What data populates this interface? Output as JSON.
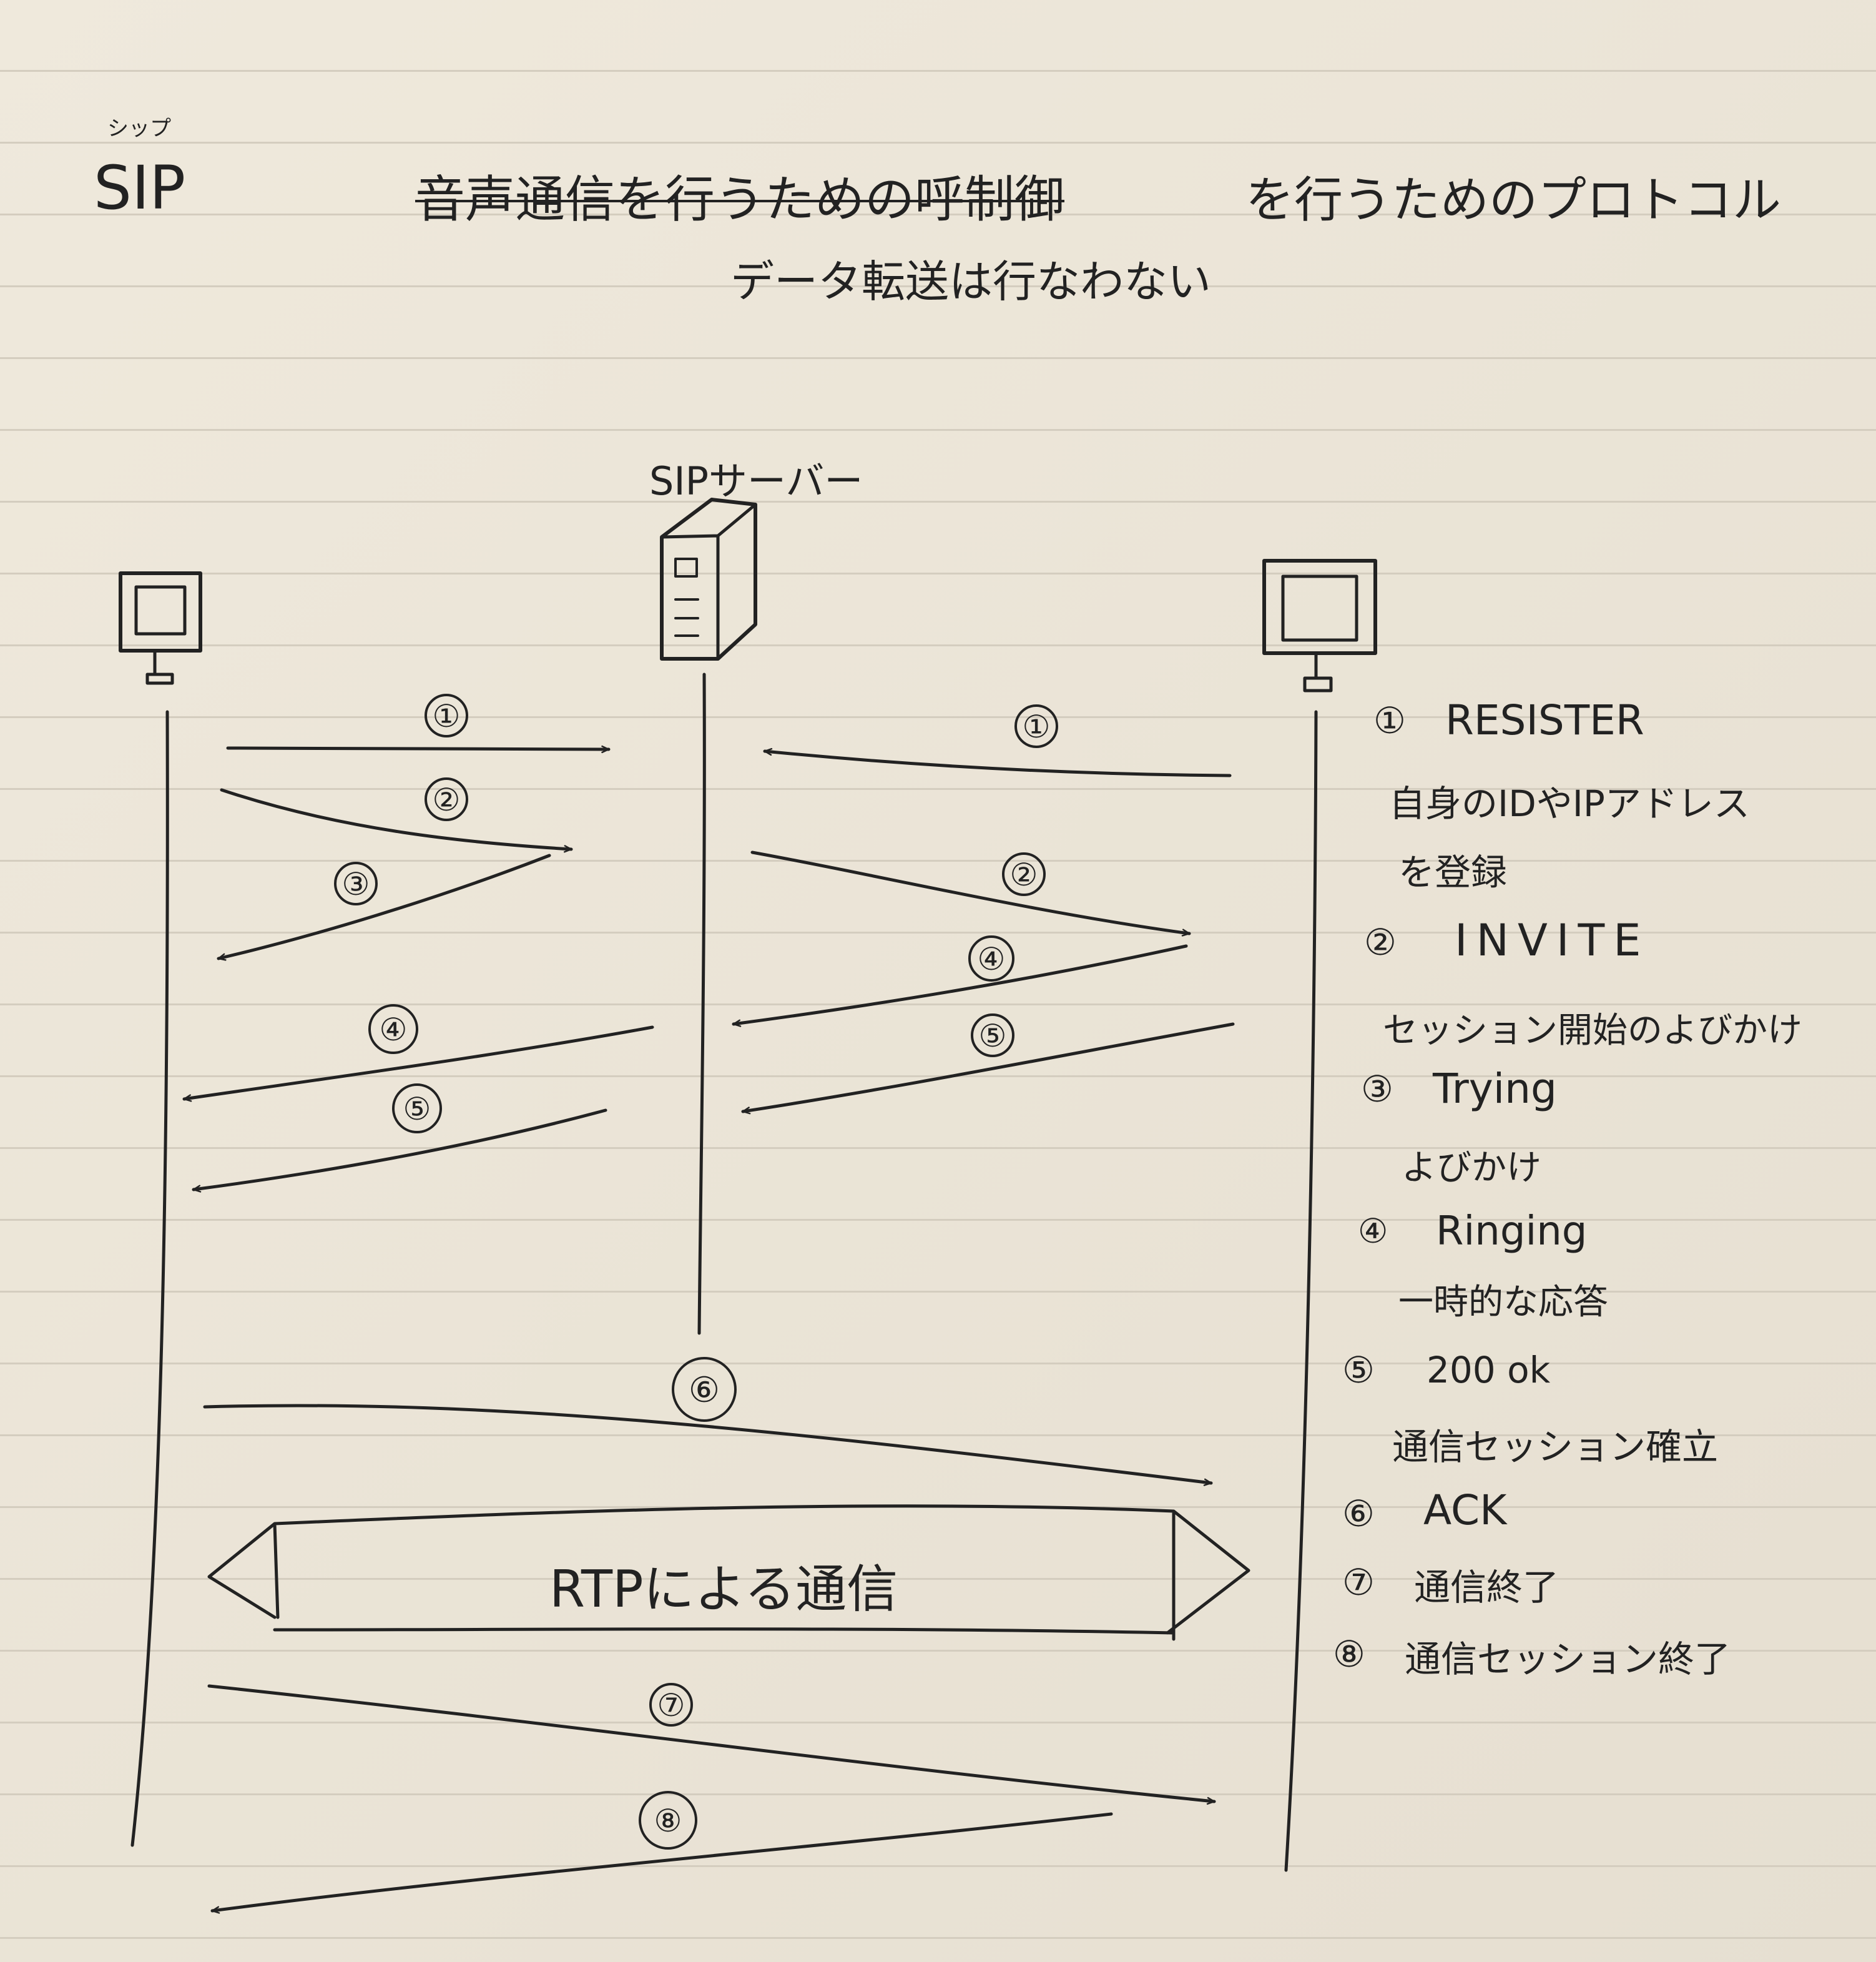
{
  "header": {
    "ruby": "シップ",
    "title_abbr": "SIP",
    "title_struck": "音声通信を行うための呼制御",
    "title_rest": "を行うためのプロトコル",
    "subtitle": "データ転送は行なわない"
  },
  "entities": {
    "server_label": "SIPサーバー"
  },
  "messages": [
    {
      "num": "①"
    },
    {
      "num": "②"
    },
    {
      "num": "③"
    },
    {
      "num": "④"
    },
    {
      "num": "⑤"
    },
    {
      "num": "①"
    },
    {
      "num": "②"
    },
    {
      "num": "④"
    },
    {
      "num": "⑤"
    },
    {
      "num": "⑥"
    },
    {
      "num": "⑦"
    },
    {
      "num": "⑧"
    }
  ],
  "rtp_label": "RTPによる通信",
  "legend": [
    {
      "num": "①",
      "name": "RESISTER",
      "desc": "自身のIDやIPアドレス",
      "desc2": "を登録"
    },
    {
      "num": "②",
      "name": "INVITE",
      "desc": "セッション開始のよびかけ"
    },
    {
      "num": "③",
      "name": "Trying",
      "desc": "よびかけ"
    },
    {
      "num": "④",
      "name": "Ringing",
      "desc": "一時的な応答"
    },
    {
      "num": "⑤",
      "name": "200 ok",
      "desc": "通信セッション確立"
    },
    {
      "num": "⑥",
      "name": "ACK"
    },
    {
      "num": "⑦",
      "name": "通信終了"
    },
    {
      "num": "⑧",
      "name": "通信セッション終了"
    }
  ],
  "colors": {
    "ink": "#222222",
    "paper": "#ece6d9",
    "rule": "#d4cdbf"
  }
}
